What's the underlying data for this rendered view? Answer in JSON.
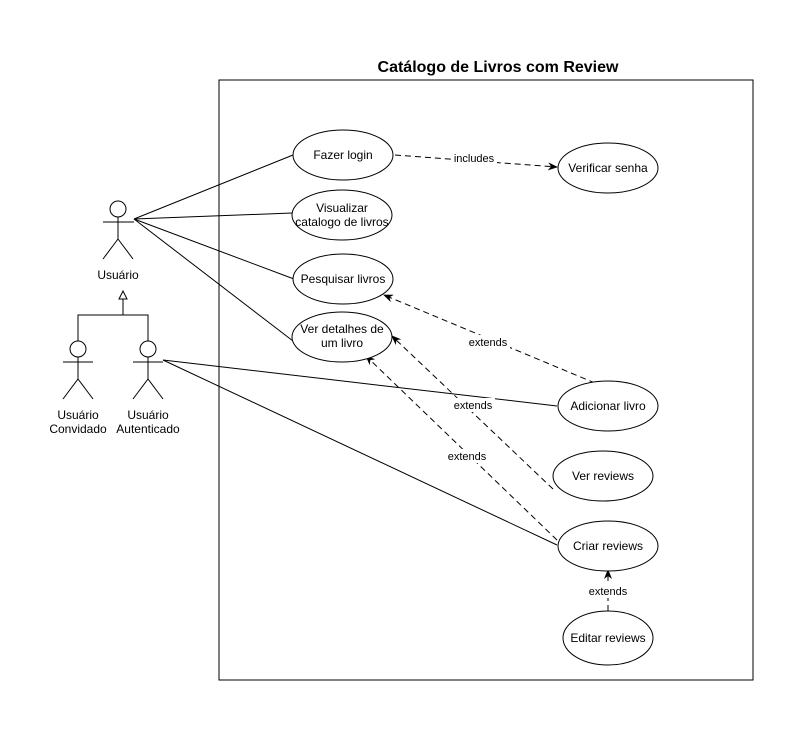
{
  "system": {
    "title": "Catálogo de Livros com Review"
  },
  "actors": {
    "usuario": "Usuário",
    "convidado": [
      "Usuário",
      "Convidado"
    ],
    "autenticado": [
      "Usuário",
      "Autenticado"
    ]
  },
  "use_cases": {
    "fazer_login": [
      "Fazer login"
    ],
    "visualizar_catalogo": [
      "Visualizar",
      "catalogo de livros"
    ],
    "pesquisar_livros": [
      "Pesquisar livros"
    ],
    "ver_detalhes": [
      "Ver detalhes de",
      "um livro"
    ],
    "verificar_senha": [
      "Verificar senha"
    ],
    "adicionar_livro": [
      "Adicionar livro"
    ],
    "ver_reviews": [
      "Ver reviews"
    ],
    "criar_reviews": [
      "Criar reviews"
    ],
    "editar_reviews": [
      "Editar reviews"
    ]
  },
  "relations": {
    "includes": "includes",
    "extends_pesquisar": "extends",
    "extends_ver_reviews": "extends",
    "extends_criar_reviews": "extends",
    "extends_editar": "extends"
  }
}
